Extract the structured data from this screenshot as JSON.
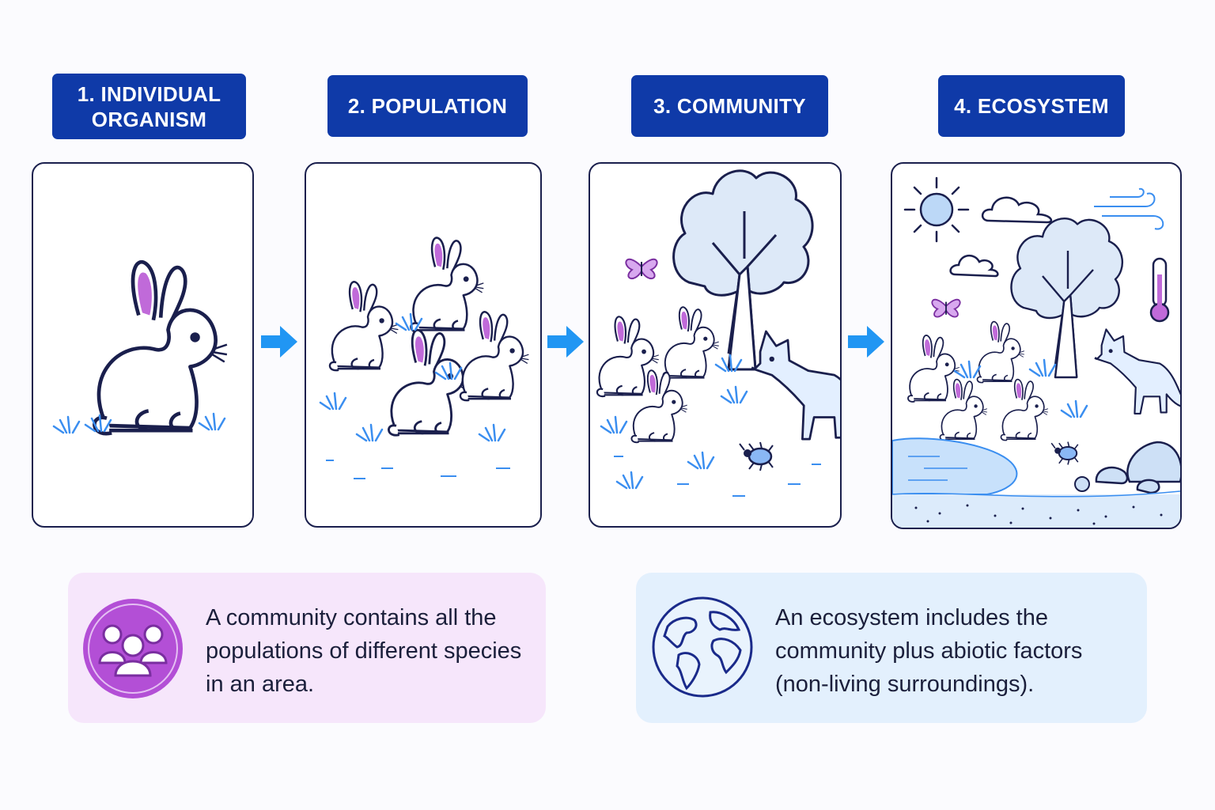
{
  "stages": [
    {
      "label_lines": [
        "1. INDIVIDUAL",
        "ORGANISM"
      ]
    },
    {
      "label_lines": [
        "2. POPULATION"
      ]
    },
    {
      "label_lines": [
        "3. COMMUNITY"
      ]
    },
    {
      "label_lines": [
        "4. ECOSYSTEM"
      ]
    }
  ],
  "notes": {
    "community": {
      "lines": [
        "A community contains all the",
        "populations of different species",
        "in an area."
      ],
      "icon": "people-group-icon",
      "bg": "#f6e6fb",
      "accent": "#b34fd6"
    },
    "ecosystem": {
      "lines": [
        "An ecosystem includes the",
        "community plus abiotic factors",
        "(non-living surroundings)."
      ],
      "icon": "globe-icon",
      "bg": "#e3f0fd",
      "accent": "#1a2a8a"
    }
  },
  "colors": {
    "label_bg": "#0f3aa8",
    "arrow": "#2196f3",
    "outline": "#1a1f4d",
    "grass": "#3a8ef0",
    "ear": "#c06ad9"
  }
}
